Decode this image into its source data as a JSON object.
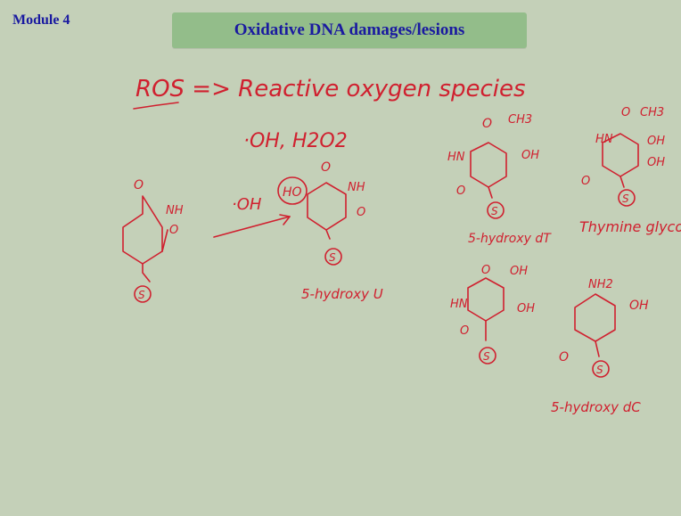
{
  "header": {
    "module": "Module 4",
    "title": "Oxidative DNA damages/lesions"
  },
  "notes": {
    "ros_line": "ROS => Reactive oxygen species",
    "examples": "·OH, H2O2",
    "reaction_arrow_label": "·OH",
    "label_5_hydroxy_u": "5-hydroxy U",
    "label_5_hydroxy_dt": "5-hydroxy dT",
    "label_thymine_glycol": "Thymine glycol",
    "label_5_hydroxy_dc": "5-hydroxy dC"
  },
  "colors": {
    "background": "#c4d0b8",
    "title_bar": "#93bd8a",
    "title_text": "#1a1aa0",
    "ink": "#d0202f"
  }
}
